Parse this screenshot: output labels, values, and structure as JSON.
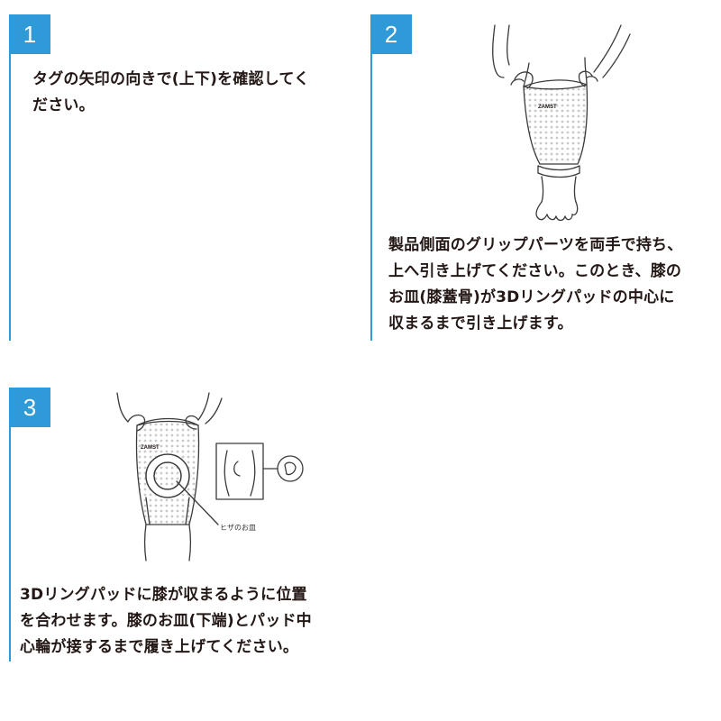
{
  "theme": {
    "accent": "#2e9bd8",
    "text": "#231815",
    "line": "#3a3a3a",
    "mesh": "#c9c9c9"
  },
  "steps": [
    {
      "number": "1",
      "text": "タグの矢印の向きで(上下)を確認してく\nださい。"
    },
    {
      "number": "2",
      "text": "製品側面のグリップパーツを両手で持ち、\n上へ引き上げてください。このとき、膝の\nお皿(膝蓋骨)が3Dリングパッドの中心に\n収まるまで引き上げます。",
      "illustration": {
        "icon": "leg-pulling-sleeve-icon",
        "brand_mark": "ZAMST"
      }
    },
    {
      "number": "3",
      "text": "3Dリングパッドに膝が収まるように位置\nを合わせます。膝のお皿(下端)とパッド中\n心輪が接するまで履き上げてください。",
      "illustration": {
        "icon": "knee-with-ring-pad-icon",
        "brand_mark": "ZAMST",
        "callout_label": "ヒザのお皿"
      }
    }
  ]
}
